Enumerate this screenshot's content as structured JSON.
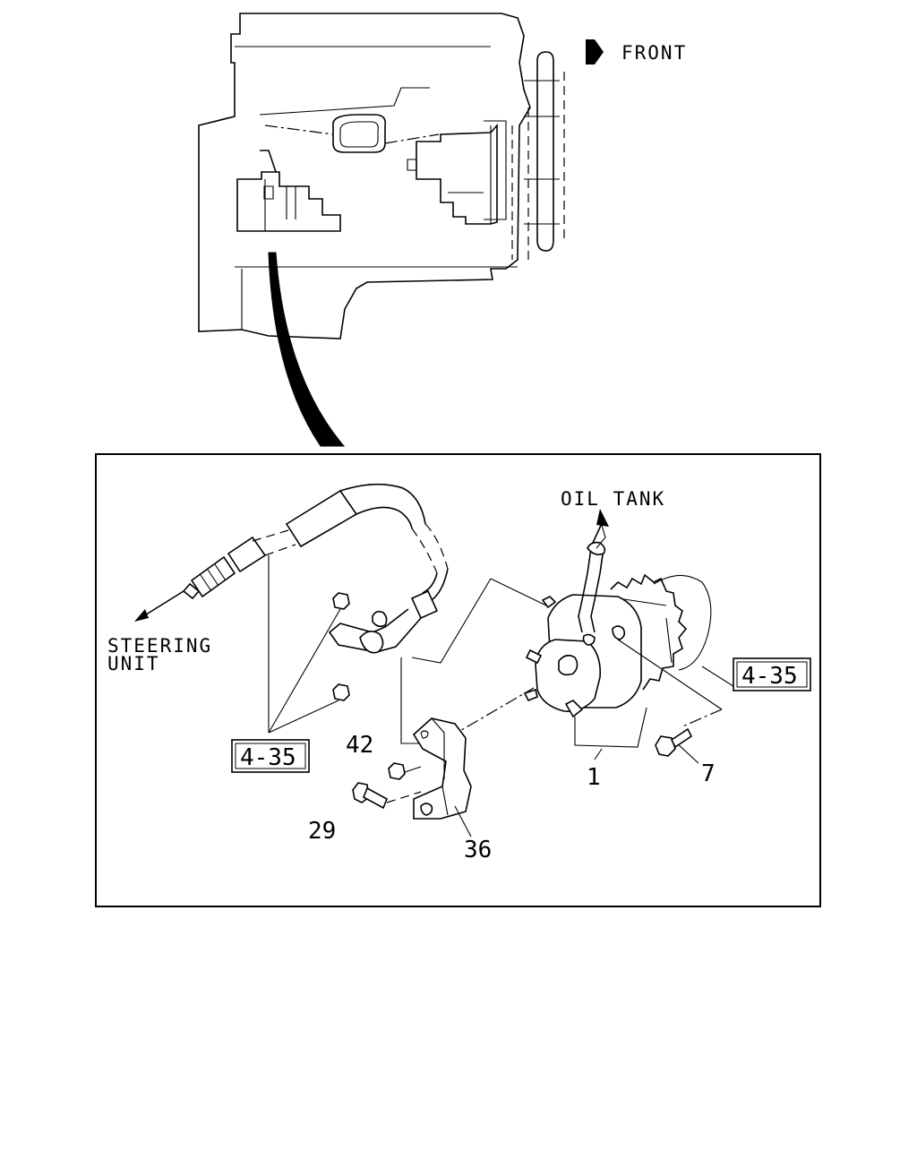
{
  "overview": {
    "direction_label": "FRONT"
  },
  "detail": {
    "oil_tank_label": "OIL TANK",
    "steering_label_line1": "STEERING",
    "steering_label_line2": "UNIT",
    "ref_left": "4-35",
    "ref_right": "4-35",
    "callouts": {
      "pump": "1",
      "bolt_7": "7",
      "nut_42": "42",
      "bolt_29": "29",
      "bracket_36": "36"
    }
  }
}
